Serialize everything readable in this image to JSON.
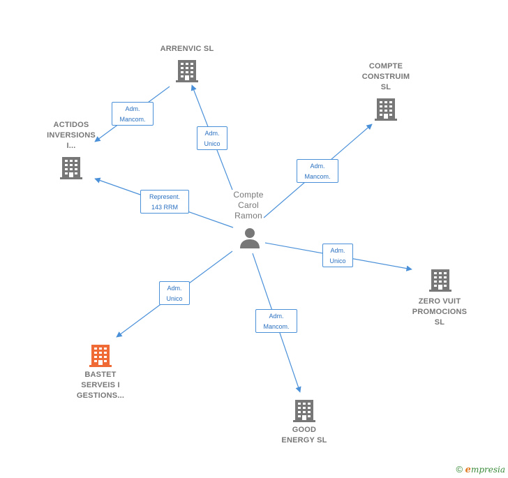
{
  "center": {
    "label": "Compte\nCarol\nRamon",
    "icon": "person-icon"
  },
  "nodes": [
    {
      "id": "arrenvic",
      "label": "ARRENVIC  SL",
      "icon": "building-icon"
    },
    {
      "id": "compte-construim",
      "label": "COMPTE\nCONSTRUIM\nSL",
      "icon": "building-icon"
    },
    {
      "id": "actidos",
      "label": "ACTIDOS\nINVERSIONS\nI...",
      "icon": "building-icon"
    },
    {
      "id": "zero-vuit",
      "label": "ZERO VUIT\nPROMOCIONS\nSL",
      "icon": "building-icon"
    },
    {
      "id": "bastet",
      "label": "BASTET\nSERVEIS I\nGESTIONS...",
      "icon": "building-icon",
      "highlight": true
    },
    {
      "id": "good-energy",
      "label": "GOOD\nENERGY  SL",
      "icon": "building-icon"
    }
  ],
  "edges": [
    {
      "from": "center",
      "to": "arrenvic",
      "label": "Adm.\nUnico"
    },
    {
      "from": "arrenvic",
      "to": "actidos",
      "label": "Adm.\nMancom."
    },
    {
      "from": "center",
      "to": "compte-construim",
      "label": "Adm.\nMancom."
    },
    {
      "from": "center",
      "to": "actidos",
      "label": "Represent.\n143 RRM"
    },
    {
      "from": "center",
      "to": "zero-vuit",
      "label": "Adm.\nUnico"
    },
    {
      "from": "center",
      "to": "bastet",
      "label": "Adm.\nUnico"
    },
    {
      "from": "center",
      "to": "good-energy",
      "label": "Adm.\nMancom."
    }
  ],
  "colors": {
    "edge": "#4a90d9",
    "node": "#777777",
    "highlight": "#f06a35"
  },
  "footer": {
    "copyright": "©",
    "brand_initial": "e",
    "brand_rest": "mpresia"
  }
}
